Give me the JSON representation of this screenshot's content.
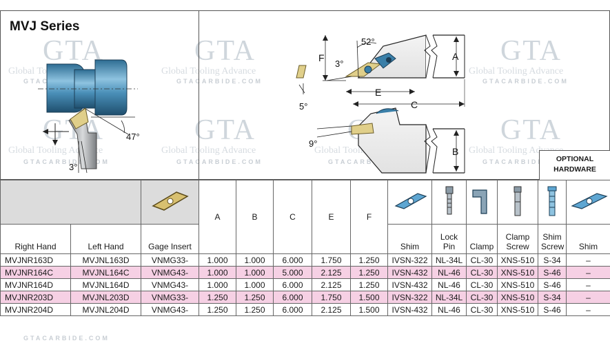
{
  "title": "MVJ Series",
  "watermark": {
    "brand": "GTA",
    "company": "Global Tooling Advance",
    "url": "GTACARBIDE.COM"
  },
  "diagram_labels": {
    "angle_47": "47°",
    "angle_3_left": "3°",
    "angle_52": "52°",
    "angle_3_top": "3°",
    "angle_5": "5°",
    "angle_9": "9°",
    "dim_F": "F",
    "dim_E": "E",
    "dim_C": "C",
    "dim_A": "A",
    "dim_B": "B"
  },
  "optional_hardware": "OPTIONAL HARDWARE",
  "columns": {
    "right_hand": "Right Hand",
    "left_hand": "Left Hand",
    "gage_insert": "Gage Insert",
    "A": "A",
    "B": "B",
    "C": "C",
    "E": "E",
    "F": "F",
    "shim": "Shim",
    "lock_pin": "Lock Pin",
    "clamp": "Clamp",
    "clamp_screw": "Clamp Screw",
    "shim_screw": "Shim Screw",
    "opt_shim": "Shim"
  },
  "rows": [
    {
      "rh": "MVJNR163D",
      "lh": "MVJNL163D",
      "insert": "VNMG33-",
      "A": "1.000",
      "B": "1.000",
      "C": "6.000",
      "E": "1.750",
      "F": "1.250",
      "shim": "IVSN-322",
      "pin": "NL-34L",
      "clamp": "CL-30",
      "cscrew": "XNS-510",
      "sscrew": "S-34",
      "oshim": "–"
    },
    {
      "rh": "MVJNR164C",
      "lh": "MVJNL164C",
      "insert": "VNMG43-",
      "A": "1.000",
      "B": "1.000",
      "C": "5.000",
      "E": "2.125",
      "F": "1.250",
      "shim": "IVSN-432",
      "pin": "NL-46",
      "clamp": "CL-30",
      "cscrew": "XNS-510",
      "sscrew": "S-46",
      "oshim": "–"
    },
    {
      "rh": "MVJNR164D",
      "lh": "MVJNL164D",
      "insert": "VNMG43-",
      "A": "1.000",
      "B": "1.000",
      "C": "6.000",
      "E": "2.125",
      "F": "1.250",
      "shim": "IVSN-432",
      "pin": "NL-46",
      "clamp": "CL-30",
      "cscrew": "XNS-510",
      "sscrew": "S-46",
      "oshim": "–"
    },
    {
      "rh": "MVJNR203D",
      "lh": "MVJNL203D",
      "insert": "VNMG33-",
      "A": "1.250",
      "B": "1.250",
      "C": "6.000",
      "E": "1.750",
      "F": "1.500",
      "shim": "IVSN-322",
      "pin": "NL-34L",
      "clamp": "CL-30",
      "cscrew": "XNS-510",
      "sscrew": "S-34",
      "oshim": "–"
    },
    {
      "rh": "MVJNR204D",
      "lh": "MVJNL204D",
      "insert": "VNMG43-",
      "A": "1.250",
      "B": "1.250",
      "C": "6.000",
      "E": "2.125",
      "F": "1.500",
      "shim": "IVSN-432",
      "pin": "NL-46",
      "clamp": "CL-30",
      "cscrew": "XNS-510",
      "sscrew": "S-46",
      "oshim": "–"
    }
  ],
  "colors": {
    "pink_row": "#f6d0e4",
    "header_gray": "#dcdcdc",
    "tool_blue": "#3a7fa8",
    "insert_gold": "#d8c070"
  }
}
